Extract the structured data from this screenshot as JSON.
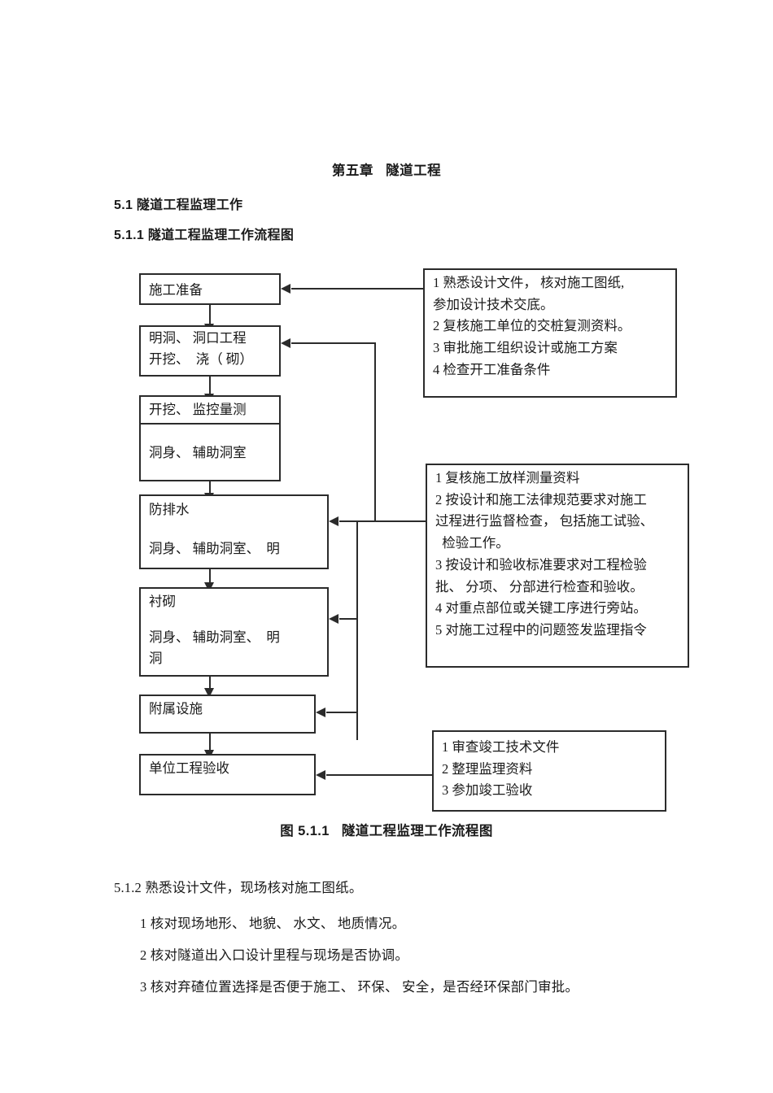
{
  "document": {
    "chapter_title": "第五章   隧道工程",
    "section_1": "5.1 隧道工程监理工作",
    "section_1_1": "5.1.1 隧道工程监理工作流程图",
    "figure_caption": "图 5.1.1   隧道工程监理工作流程图",
    "section_1_2": "5.1.2 熟悉设计文件，现场核对施工图纸。",
    "items": [
      "1 核对现场地形、 地貌、 水文、 地质情况。",
      "2 核对隧道出入口设计里程与现场是否协调。",
      "3 核对弃碴位置选择是否便于施工、 环保、 安全，是否经环保部门审批。"
    ]
  },
  "flowchart": {
    "nodes": [
      {
        "id": "construction-preparation",
        "lines": [
          "施工准备"
        ]
      },
      {
        "id": "portal-works",
        "lines": [
          "明洞、 洞口工程",
          "开挖、  浇（ 砌）"
        ]
      },
      {
        "id": "excavation-monitoring",
        "lines": [
          "开挖、 监控量测",
          "洞身、 辅助洞室"
        ]
      },
      {
        "id": "waterproof-drainage",
        "lines": [
          "防排水",
          "洞身、 辅助洞室、  明"
        ]
      },
      {
        "id": "lining",
        "lines": [
          "衬砌",
          "洞身、 辅助洞室、  明",
          "洞"
        ]
      },
      {
        "id": "ancillary-facilities",
        "lines": [
          "附属设施"
        ]
      },
      {
        "id": "unit-project-acceptance",
        "lines": [
          "单位工程验收"
        ]
      }
    ],
    "infoboxes": [
      {
        "id": "preparation-duties",
        "lines": [
          "1 熟悉设计文件， 核对施工图纸,",
          "参加设计技术交底。",
          "2 复核施工单位的交桩复测资料。",
          "3 审批施工组织设计或施工方案",
          "4 检查开工准备条件"
        ]
      },
      {
        "id": "construction-supervision-duties",
        "lines": [
          "1 复核施工放样测量资料",
          "2 按设计和施工法律规范要求对施工",
          "过程进行监督检查， 包括施工试验、",
          "  检验工作。",
          "3 按设计和验收标准要求对工程检验",
          "批、 分项、 分部进行检查和验收。",
          "4 对重点部位或关键工序进行旁站。",
          "5 对施工过程中的问题签发监理指令"
        ]
      },
      {
        "id": "completion-duties",
        "lines": [
          "1 审查竣工技术文件",
          "2 整理监理资料",
          "3 参加竣工验收"
        ]
      }
    ]
  },
  "colors": {
    "page_background": "#ffffff",
    "ink": "#1a1a1a",
    "line": "#2b2b2b"
  }
}
